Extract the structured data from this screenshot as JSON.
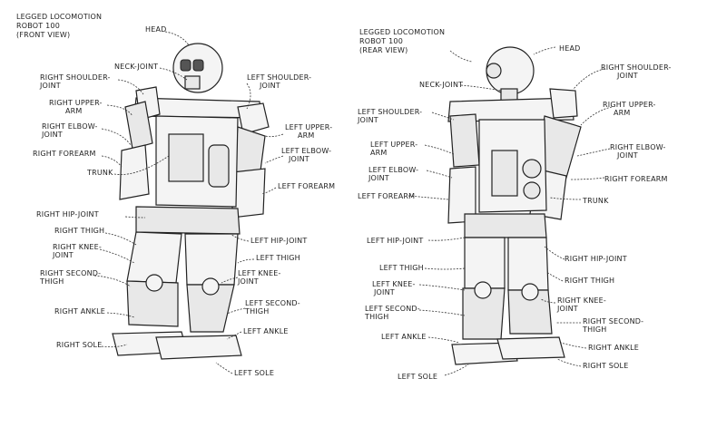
{
  "front": {
    "title_lines": [
      "LEGGED LOCOMOTION",
      "ROBOT 100",
      "(FRONT VIEW)"
    ],
    "labels": {
      "head": "HEAD",
      "neck_joint": "NECK-JOINT",
      "right_shoulder": "RIGHT SHOULDER-",
      "right_shoulder_2": "JOINT",
      "right_upper_arm": "RIGHT UPPER-",
      "right_upper_arm_2": "ARM",
      "right_elbow": "RIGHT ELBOW-",
      "right_elbow_2": "JOINT",
      "right_forearm": "RIGHT FOREARM",
      "trunk": "TRUNK",
      "right_hip": "RIGHT HIP-JOINT",
      "right_thigh": "RIGHT THIGH",
      "right_knee": "RIGHT KNEE-",
      "right_knee_2": "JOINT",
      "right_second": "RIGHT SECOND-",
      "right_second_2": "THIGH",
      "right_ankle": "RIGHT ANKLE",
      "right_sole": "RIGHT SOLE",
      "left_shoulder": "LEFT SHOULDER-",
      "left_shoulder_2": "JOINT",
      "left_upper_arm": "LEFT UPPER-",
      "left_upper_arm_2": "ARM",
      "left_elbow": "LEFT ELBOW-",
      "left_elbow_2": "JOINT",
      "left_forearm": "LEFT FOREARM",
      "left_hip": "LEFT HIP-JOINT",
      "left_thigh": "LEFT THIGH",
      "left_knee": "LEFT KNEE-",
      "left_knee_2": "JOINT",
      "left_second": "LEFT SECOND-",
      "left_second_2": "THIGH",
      "left_ankle": "LEFT ANKLE",
      "left_sole": "LEFT SOLE"
    }
  },
  "rear": {
    "title_lines": [
      "LEGGED LOCOMOTION",
      "ROBOT 100",
      "(REAR VIEW)"
    ],
    "labels": {
      "head": "HEAD",
      "neck_joint": "NECK-JOINT",
      "right_shoulder": "RIGHT SHOULDER-",
      "right_shoulder_2": "JOINT",
      "right_upper_arm": "RIGHT UPPER-",
      "right_upper_arm_2": "ARM",
      "right_elbow": "RIGHT ELBOW-",
      "right_elbow_2": "JOINT",
      "right_forearm": "RIGHT FOREARM",
      "trunk": "TRUNK",
      "right_hip": "RIGHT HIP-JOINT",
      "right_thigh": "RIGHT THIGH",
      "right_knee": "RIGHT KNEE-",
      "right_knee_2": "JOINT",
      "right_second": "RIGHT SECOND-",
      "right_second_2": "THIGH",
      "right_ankle": "RIGHT ANKLE",
      "right_sole": "RIGHT SOLE",
      "left_shoulder": "LEFT SHOULDER-",
      "left_shoulder_2": "JOINT",
      "left_upper_arm": "LEFT UPPER-",
      "left_upper_arm_2": "ARM",
      "left_elbow": "LEFT ELBOW-",
      "left_elbow_2": "JOINT",
      "left_forearm": "LEFT FOREARM",
      "left_hip": "LEFT HIP-JOINT",
      "left_thigh": "LEFT THIGH",
      "left_knee": "LEFT KNEE-",
      "left_knee_2": "JOINT",
      "left_second": "LEFT SECOND-",
      "left_second_2": "THIGH",
      "left_ankle": "LEFT ANKLE",
      "left_sole": "LEFT SOLE"
    }
  }
}
